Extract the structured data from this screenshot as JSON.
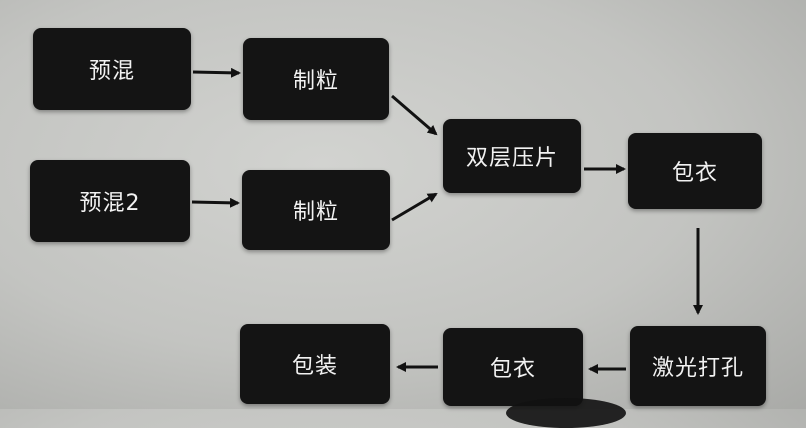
{
  "nodes": {
    "premix1": "预混",
    "granulation1": "制粒",
    "premix2": "预混2",
    "granulation2": "制粒",
    "bilayer_press": "双层压片",
    "coating1": "包衣",
    "laser_drilling": "激光打孔",
    "coating2": "包衣",
    "packaging": "包装"
  },
  "colors": {
    "node_fill": "#141414",
    "node_text": "#f2f2f2",
    "arrow": "#111111"
  }
}
